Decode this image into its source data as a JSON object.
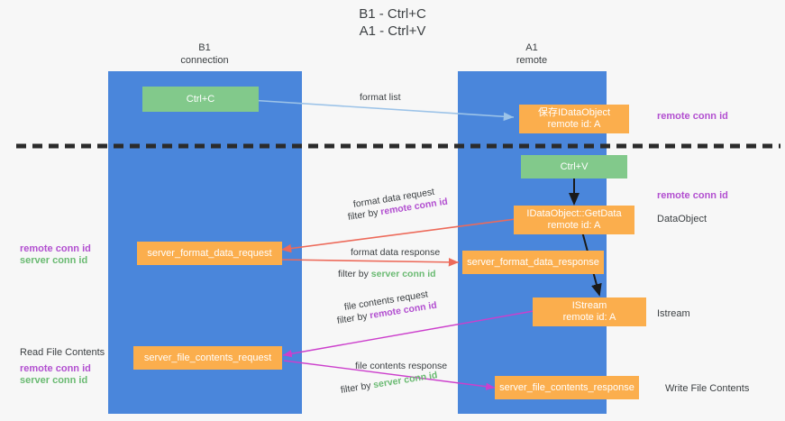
{
  "title": {
    "line1": "B1 - Ctrl+C",
    "line2": "A1 - Ctrl+V"
  },
  "columns": {
    "left": {
      "name": "B1",
      "role": "connection"
    },
    "right": {
      "name": "A1",
      "role": "remote"
    }
  },
  "nodes": {
    "ctrl_c": "Ctrl+C",
    "ctrl_v": "Ctrl+V",
    "save_dataobject": {
      "line1": "保存IDataObject",
      "line2": "remote id: A"
    },
    "getdata": {
      "line1": "IDataObject::GetData",
      "line2": "remote id: A"
    },
    "istream": {
      "line1": "IStream",
      "line2": "remote id: A"
    },
    "server_format_data_request": "server_format_data_request",
    "server_format_data_response": "server_format_data_response",
    "server_file_contents_request": "server_file_contents_request",
    "server_file_contents_response": "server_file_contents_response"
  },
  "edges": {
    "format_list": "format list",
    "format_data_request": "format data request",
    "format_data_request_filter_prefix": "filter by ",
    "format_data_request_filter_key": "remote conn id",
    "format_data_response": "format data response",
    "format_data_response_filter_prefix": "filter by ",
    "format_data_response_filter_key": "server conn id",
    "file_contents_request": "file contents request",
    "file_contents_request_filter_prefix": "filter by ",
    "file_contents_request_filter_key": "remote conn id",
    "file_contents_response": "file contents response",
    "file_contents_response_filter_prefix": "filter by ",
    "file_contents_response_filter_key": "server conn id"
  },
  "annotations": {
    "right_remote_conn_id_top": "remote conn id",
    "right_remote_conn_id_mid": "remote conn id",
    "right_dataobject": "DataObject",
    "right_istream": "Istream",
    "right_write_file_contents": "Write File Contents",
    "left_remote_conn_id": "remote conn id",
    "left_server_conn_id": "server conn id",
    "left_read_file_contents": "Read File Contents",
    "left_remote_conn_id_2": "remote conn id",
    "left_server_conn_id_2": "server conn id"
  },
  "colors": {
    "lane": "#4a86db",
    "green_node": "#82c98b",
    "orange_node": "#fbae4d",
    "purple": "#b24fd0",
    "green_text": "#6aba72",
    "red_arrow": "#ed6a5a",
    "magenta_arrow": "#cc3fcc",
    "blue_arrow": "#9cc3e8",
    "divider": "#2b2b2b"
  }
}
